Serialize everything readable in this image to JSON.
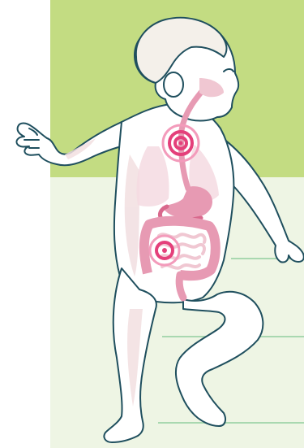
{
  "illustration": {
    "subject": "child-digestive-anatomy",
    "colors": {
      "page_background": "#ffffff",
      "panel_green": "#c3dc82",
      "panel_pale": "#eef5e4",
      "guide_lines": "#a9d8b0",
      "body_fill": "#ffffff",
      "body_outline": "#1f4f5e",
      "skin_shadow": "#f2dfe1",
      "hair": "#f4f0ea",
      "organ_light": "#f0c7d2",
      "organ_mid": "#e79ab3",
      "organ_dark": "#d9698d",
      "pain_ring": "#e4407b",
      "pain_ring_light": "#f39bbb"
    },
    "highlights": [
      {
        "name": "chest-pain-marker"
      },
      {
        "name": "abdomen-pain-marker"
      }
    ]
  }
}
